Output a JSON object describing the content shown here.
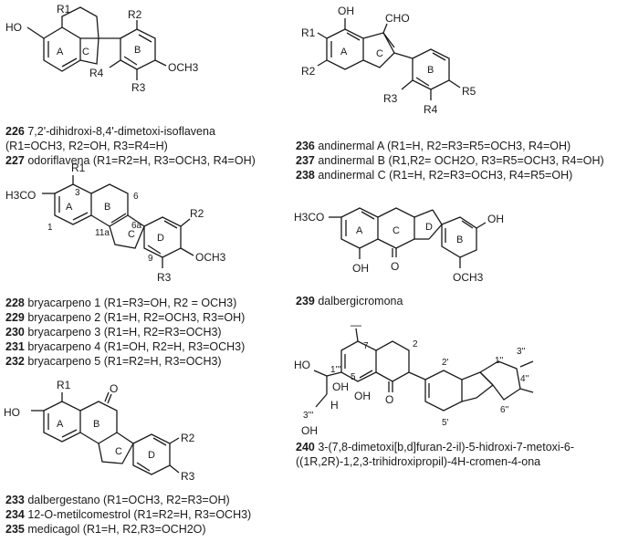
{
  "compounds": [
    {
      "id": "c226",
      "number": "226",
      "text": "7,2'-dihidroxi-8,4'-dimetoxi-isoflavena"
    },
    {
      "id": "c226b",
      "number": "",
      "text": "(R1=OCH3, R2=OH, R3=R4=H)"
    },
    {
      "id": "c227",
      "number": "227",
      "text": "odoriflavena (R1=R2=H, R3=OCH3, R4=OH)"
    },
    {
      "id": "c228",
      "number": "228",
      "text": "bryacarpeno 1 (R1=R3=OH, R2 = OCH3)"
    },
    {
      "id": "c229",
      "number": "229",
      "text": "bryacarpeno 2 (R1=H, R2=OCH3, R3=OH)"
    },
    {
      "id": "c230",
      "number": "230",
      "text": "bryacarpeno 3 (R1=H, R2=R3=OCH3)"
    },
    {
      "id": "c231",
      "number": "231",
      "text": "bryacarpeno 4 (R1=OH, R2=H, R3=OCH3)"
    },
    {
      "id": "c232",
      "number": "232",
      "text": "bryacarpeno 5 (R1=R2=H, R3=OCH3)"
    },
    {
      "id": "c233",
      "number": "233",
      "text": "dalbergestano (R1=OCH3, R2=R3=OH)"
    },
    {
      "id": "c234",
      "number": "234",
      "text": "12-O-metilcomestrol (R1=R2=H, R3=OCH3)"
    },
    {
      "id": "c235",
      "number": "235",
      "text": "medicagol (R1=H, R2,R3=OCH2O)"
    },
    {
      "id": "c236",
      "number": "236",
      "text": "andinermal A (R1=H, R2=R3=R5=OCH3, R4=OH)"
    },
    {
      "id": "c237",
      "number": "237",
      "text": "andinermal B (R1,R2= OCH2O, R3=R5=OCH3, R4=OH)"
    },
    {
      "id": "c238",
      "number": "238",
      "text": "andinermal C (R1=H, R2=R3=OCH3, R4=R5=OH)"
    },
    {
      "id": "c239",
      "number": "239",
      "text": "dalbergicromona"
    },
    {
      "id": "c240",
      "number": "240",
      "text": "3-(7,8-dimetoxi[b,d]furan-2-il)-5-hidroxi-7-metoxi-6-"
    },
    {
      "id": "c240b",
      "number": "",
      "text": "((1R,2R)-1,2,3-trihidroxipropil)-4H-cromen-4-ona"
    }
  ],
  "structure_labels": {
    "s226": {
      "ho": "HO",
      "r1": "R1",
      "r2": "R2",
      "r3": "R3",
      "r4": "R4",
      "och3": "OCH3",
      "ringA": "A",
      "ringB": "B",
      "ringC": "C"
    },
    "s228": {
      "h3co": "H3CO",
      "r1": "R1",
      "r2": "R2",
      "r3": "R3",
      "och3": "OCH3",
      "n3": "3",
      "n6": "6",
      "n6a": "6a",
      "n1": "1",
      "n11a": "11a",
      "n9": "9",
      "ringA": "A",
      "ringB": "B",
      "ringC": "C",
      "ringD": "D"
    },
    "s233": {
      "ho": "HO",
      "r1": "R1",
      "o": "O",
      "r2": "R2",
      "r3": "R3",
      "ringA": "A",
      "ringB": "B",
      "ringC": "C",
      "ringD": "D"
    },
    "s236": {
      "oh": "OH",
      "cho": "CHO",
      "r1": "R1",
      "r2": "R2",
      "r3": "R3",
      "r4": "R4",
      "r5": "R5",
      "ringA": "A",
      "ringB": "B",
      "ringC": "C"
    },
    "s239": {
      "h3co": "H3CO",
      "oh1": "OH",
      "oh2": "OH",
      "o": "O",
      "och3": "OCH3",
      "ringA": "A",
      "ringB": "B",
      "ringC": "C",
      "ringD": "D"
    },
    "s240": {
      "n7": "7",
      "n2": "2",
      "n2p": "2'",
      "n1pp": "1''",
      "n3pp": "3''",
      "n4pp": "4''",
      "n6pp": "6''",
      "n5p": "5'",
      "n5": "5",
      "n1ppp": "1'''",
      "n3ppp": "3'''",
      "ho": "HO",
      "oh1": "OH",
      "oh2": "OH",
      "oh3": "OH",
      "h": "H",
      "o": "O"
    }
  }
}
